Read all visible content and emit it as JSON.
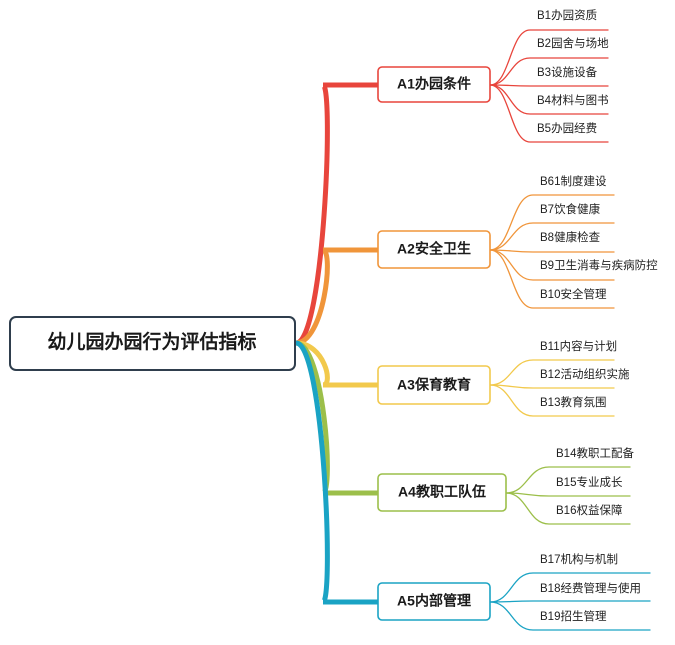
{
  "root": {
    "label": "幼儿园办园行为评估指标",
    "border_color": "#2f3e4d"
  },
  "branches": [
    {
      "id": "a1",
      "label": "A1办园条件",
      "color": "#e8453c",
      "children": [
        "B1办园资质",
        "B2园舍与场地",
        "B3设施设备",
        "B4材料与图书",
        "B5办园经费"
      ]
    },
    {
      "id": "a2",
      "label": "A2安全卫生",
      "color": "#f0953a",
      "children": [
        "B61制度建设",
        "B7饮食健康",
        "B8健康检查",
        "B9卫生消毒与疾病防控",
        "B10安全管理"
      ]
    },
    {
      "id": "a3",
      "label": "A3保育教育",
      "color": "#f2c94c",
      "children": [
        "B11内容与计划",
        "B12活动组织实施",
        "B13教育氛围"
      ]
    },
    {
      "id": "a4",
      "label": "A4教职工队伍",
      "color": "#9cbf4a",
      "children": [
        "B14教职工配备",
        "B15专业成长",
        "B16权益保障"
      ]
    },
    {
      "id": "a5",
      "label": "A5内部管理",
      "color": "#1aa3c4",
      "children": [
        "B17机构与机制",
        "B18经费管理与使用",
        "B19招生管理"
      ]
    }
  ]
}
